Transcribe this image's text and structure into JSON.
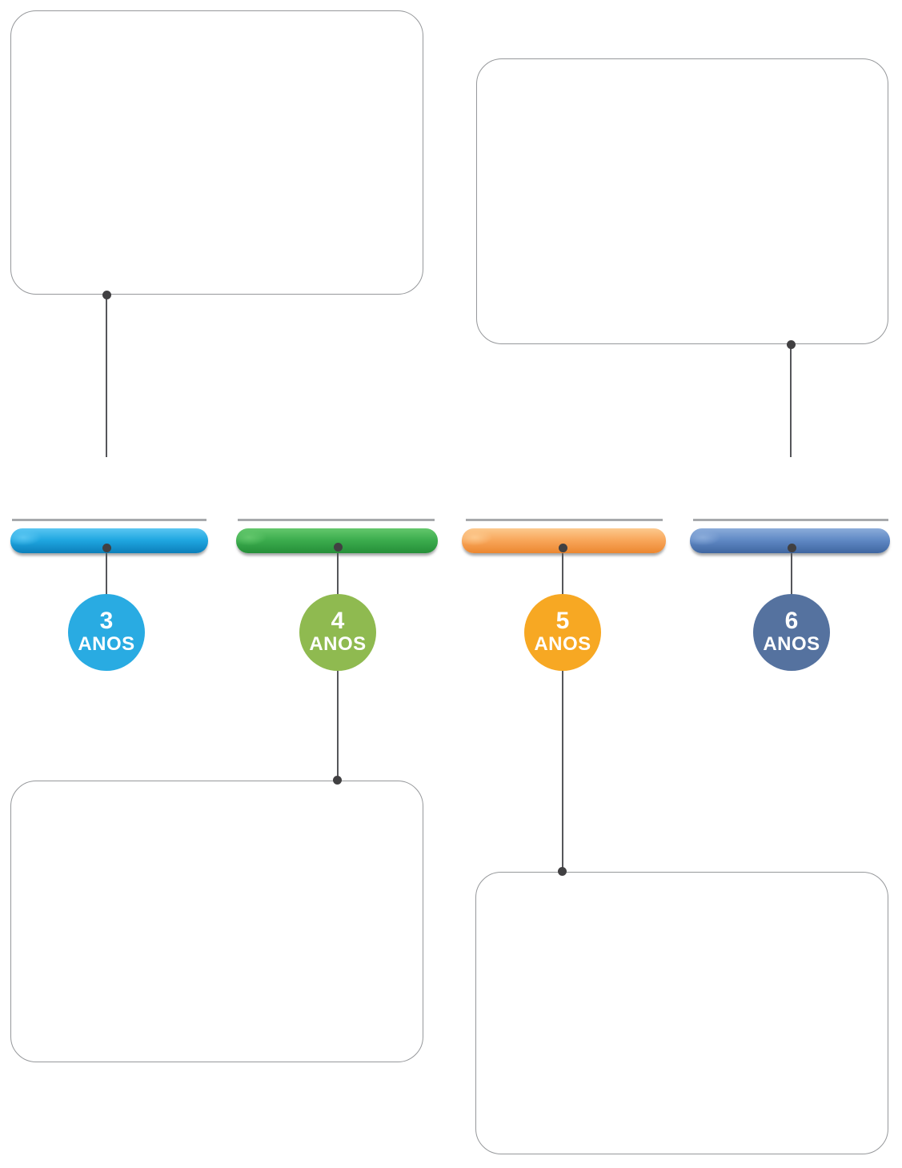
{
  "timeline": {
    "items": [
      {
        "id": "3-anos",
        "number": "3",
        "unit": "ANOS",
        "circle_color": "#29ABE2",
        "bar_color_light": "#5AC6F2",
        "bar_color_main": "#1FA6E0",
        "bar_color_dark": "#0C7FBA",
        "connected_card": "top-left"
      },
      {
        "id": "4-anos",
        "number": "4",
        "unit": "ANOS",
        "circle_color": "#8FBA50",
        "bar_color_light": "#63C76C",
        "bar_color_main": "#3BAC4D",
        "bar_color_dark": "#268F39",
        "connected_card": "bottom-left"
      },
      {
        "id": "5-anos",
        "number": "5",
        "unit": "ANOS",
        "circle_color": "#F7A823",
        "bar_color_light": "#FCC98E",
        "bar_color_main": "#F8A65A",
        "bar_color_dark": "#EC8730",
        "connected_card": "bottom-right"
      },
      {
        "id": "6-anos",
        "number": "6",
        "unit": "ANOS",
        "circle_color": "#55729F",
        "bar_color_light": "#8BACDA",
        "bar_color_main": "#5F88C4",
        "bar_color_dark": "#3F66A0",
        "connected_card": "top-right"
      }
    ],
    "connector_color": "#55565A",
    "dot_color": "#414042",
    "guide_line_color": "#A7A9AC",
    "card_border_color": "#96989B"
  },
  "cards": [
    {
      "id": "top-left",
      "content": ""
    },
    {
      "id": "top-right",
      "content": ""
    },
    {
      "id": "bottom-left",
      "content": ""
    },
    {
      "id": "bottom-right",
      "content": ""
    }
  ]
}
